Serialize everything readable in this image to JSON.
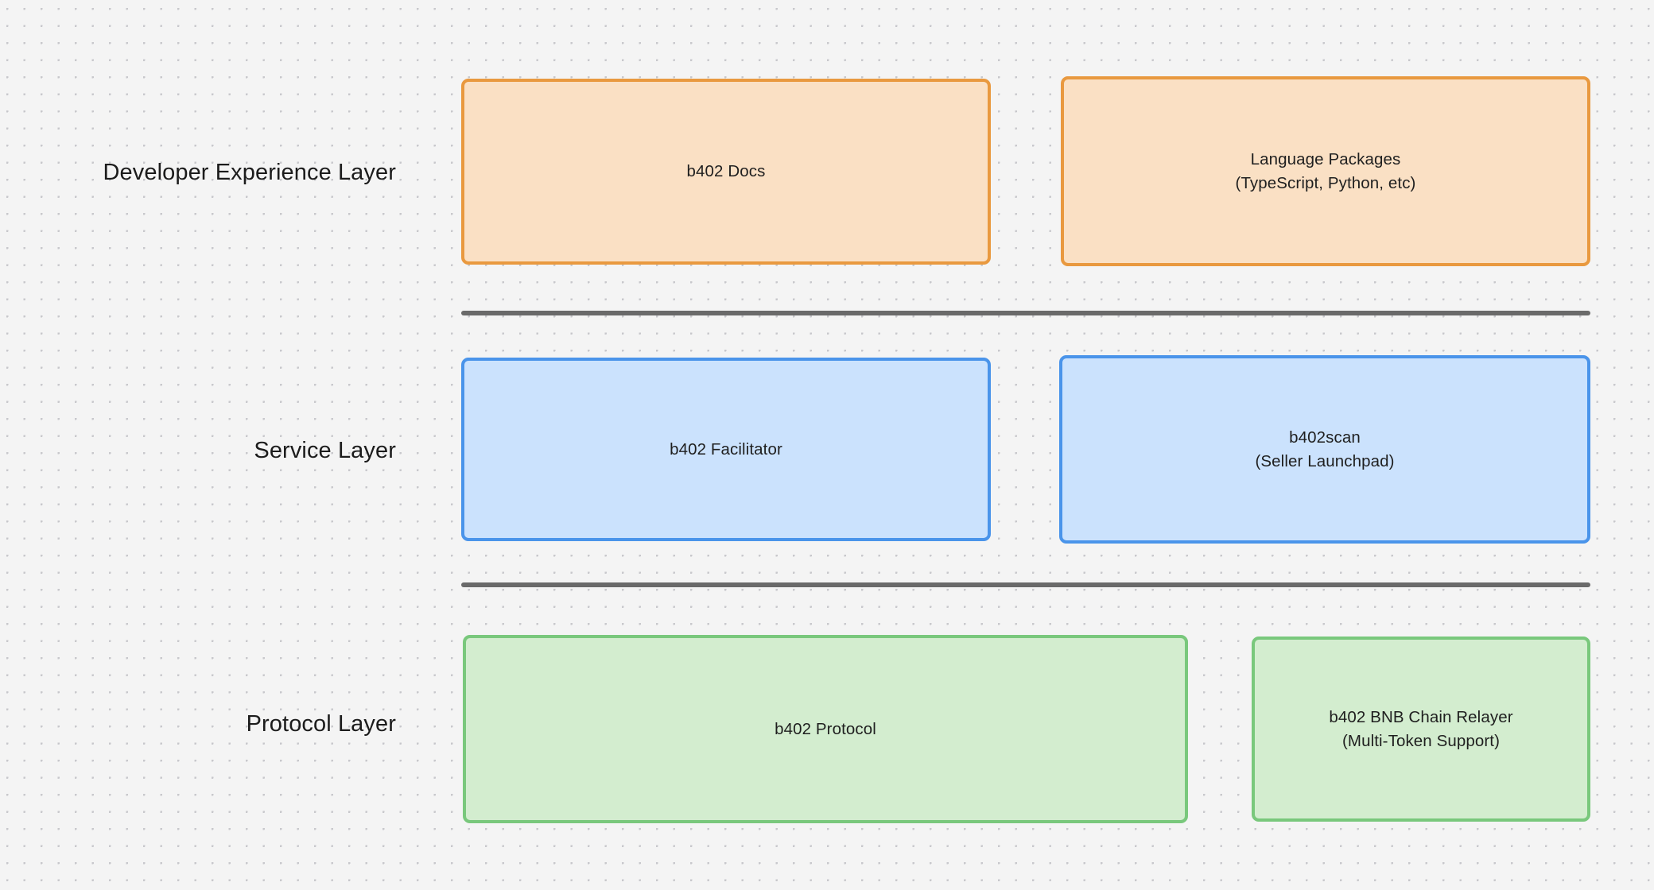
{
  "diagram": {
    "background": {
      "color": "#f4f4f4",
      "dot_color": "#c8c8cc",
      "pattern": "dot-grid"
    },
    "layers": [
      {
        "id": "developer-experience",
        "label": "Developer Experience Layer",
        "accent_border": "#e9993f",
        "accent_fill": "#fae0c4",
        "nodes": [
          {
            "id": "b402-docs",
            "label": "b402 Docs"
          },
          {
            "id": "language-packages",
            "label": "Language Packages\n(TypeScript, Python, etc)"
          }
        ]
      },
      {
        "id": "service",
        "label": "Service Layer",
        "accent_border": "#4a94ea",
        "accent_fill": "#cbe2fd",
        "nodes": [
          {
            "id": "b402-facilitator",
            "label": "b402 Facilitator"
          },
          {
            "id": "b402scan",
            "label": "b402scan\n(Seller Launchpad)"
          }
        ]
      },
      {
        "id": "protocol",
        "label": "Protocol Layer",
        "accent_border": "#79c87c",
        "accent_fill": "#d3edcf",
        "nodes": [
          {
            "id": "b402-protocol",
            "label": "b402 Protocol"
          },
          {
            "id": "b402-bnb-chain-relayer",
            "label": "b402 BNB Chain Relayer\n(Multi-Token Support)"
          }
        ]
      }
    ],
    "dividers": [
      {
        "id": "divider-dx-service",
        "color": "#6a6a6a"
      },
      {
        "id": "divider-service-protocol",
        "color": "#6a6a6a"
      }
    ]
  }
}
